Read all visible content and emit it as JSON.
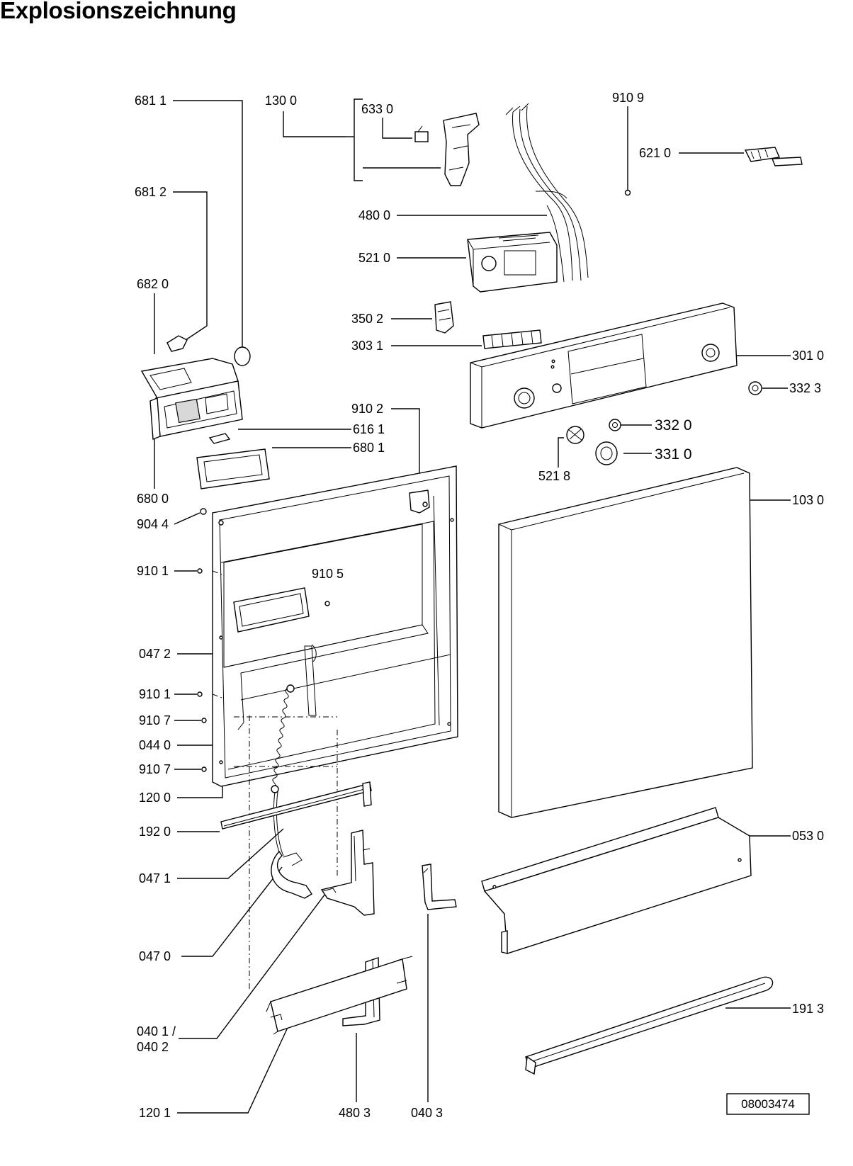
{
  "title": "Explosionszeichnung",
  "drawing_number": "08003474",
  "parts": {
    "p6811": "681 1",
    "p1300": "130 0",
    "p6330": "633 0",
    "p9109": "910 9",
    "p6210": "621 0",
    "p6812": "681 2",
    "p4800": "480 0",
    "p5210": "521 0",
    "p6820": "682 0",
    "p3502": "350 2",
    "p3031": "303 1",
    "p3010": "301 0",
    "p3323": "332 3",
    "p9102": "910 2",
    "p6161": "616 1",
    "p6801": "680 1",
    "p3320": "332 0",
    "p3310": "331 0",
    "p5218": "521 8",
    "p6800": "680 0",
    "p1030": "103 0",
    "p9044": "904 4",
    "p9101a": "910 1",
    "p9105": "910 5",
    "p0472": "047 2",
    "p9101b": "910 1",
    "p9107a": "910 7",
    "p0440": "044 0",
    "p9107b": "910 7",
    "p1200": "120 0",
    "p1920": "192 0",
    "p0530": "053 0",
    "p0471": "047 1",
    "p0470": "047 0",
    "p0401": "040 1 /",
    "p0402": "040 2",
    "p1913": "191 3",
    "p1201": "120 1",
    "p4803": "480 3",
    "p0403": "040 3"
  }
}
